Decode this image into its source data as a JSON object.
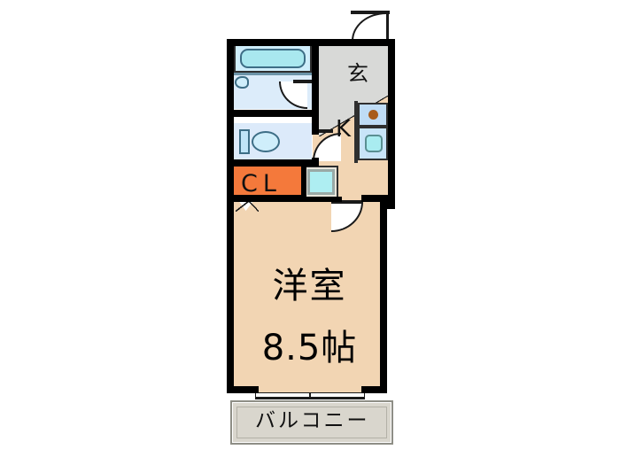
{
  "plan": {
    "type": "apartment-floor-plan",
    "background_color": "#ffffff",
    "rooms": [
      {
        "key": "main_room",
        "label_line1": "洋室",
        "label_line2": "8.5帖",
        "name_en": "Western-style room",
        "size_tatami": "8.5",
        "fill_color": "#f2d5b3"
      },
      {
        "key": "genkan",
        "label": "玄",
        "name_en": "Entrance",
        "fill_color": "#d8d9d7"
      },
      {
        "key": "kitchen",
        "label": "K",
        "name_en": "Kitchen",
        "fill_color": "#f2d5b3"
      },
      {
        "key": "closet",
        "label": "CL",
        "name_en": "Closet",
        "fill_color": "#f4793b"
      },
      {
        "key": "balcony",
        "label": "バルコニー",
        "name_en": "Balcony",
        "fill_color": "#d9d6cd"
      },
      {
        "key": "bathroom",
        "label": "",
        "name_en": "Bath / Washroom",
        "fill_color": "#dcecfa"
      },
      {
        "key": "toilet",
        "label": "",
        "name_en": "Toilet",
        "fill_color": "#dceafa"
      }
    ],
    "fixtures": [
      {
        "key": "bathtub",
        "name_en": "Bathtub",
        "color": "#a9e8ef"
      },
      {
        "key": "washbasin",
        "name_en": "Wash basin",
        "color": "#cfeefb"
      },
      {
        "key": "toilet_bowl",
        "name_en": "Toilet bowl",
        "color": "#cfeefb"
      },
      {
        "key": "toilet_tank",
        "name_en": "Toilet tank",
        "color": "#bfe4f7"
      },
      {
        "key": "washing_machine",
        "name_en": "Washing machine space",
        "color": "#aeeef2"
      },
      {
        "key": "stove_burner",
        "name_en": "Stove burner",
        "color": "#a85c1b"
      },
      {
        "key": "kitchen_sink",
        "name_en": "Kitchen sink",
        "color": "#a9ecf0"
      },
      {
        "key": "counter_top",
        "name_en": "Kitchen counter",
        "color": "#bfdcf5"
      }
    ],
    "doors": [
      {
        "key": "entry_door",
        "name_en": "Entrance door",
        "swing": "outward"
      },
      {
        "key": "bath_door",
        "name_en": "Bathroom door",
        "swing": "inward"
      },
      {
        "key": "toilet_door",
        "name_en": "Toilet door",
        "swing": "inward"
      },
      {
        "key": "room_door",
        "name_en": "Main room door",
        "swing": "inward"
      },
      {
        "key": "closet_door",
        "name_en": "Closet door",
        "type": "folding"
      },
      {
        "key": "balcony_door",
        "name_en": "Balcony sliding door",
        "type": "sliding"
      }
    ],
    "colors": {
      "wall": "#000000",
      "room_floor": "#f2d5b3",
      "genkan_floor": "#d8d9d7",
      "water_area": "#dcecfa",
      "closet_orange": "#f4793b",
      "balcony_floor": "#d9d6cd",
      "fixture_blue": "#a9e8ef",
      "burner_brown": "#a85c1b",
      "text": "#111111"
    }
  }
}
